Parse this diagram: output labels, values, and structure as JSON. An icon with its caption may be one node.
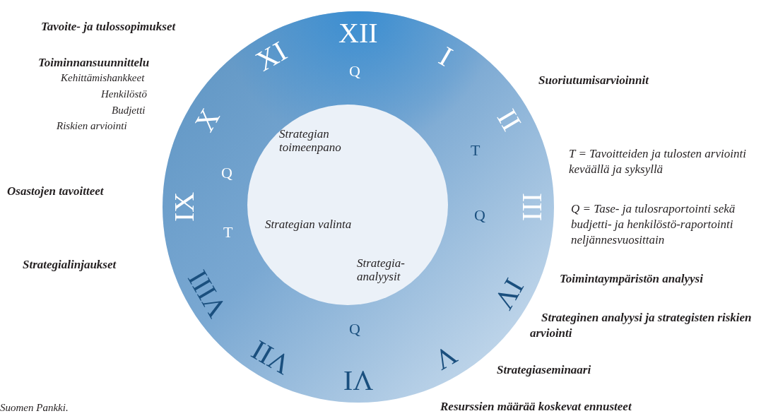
{
  "diagram": {
    "nodes": [
      {
        "text": [
          "Strategian toimeenpano",
          "Strategian valinta",
          "Strategia-analyysit"
        ]
      }
    ],
    "labels": [
      "Tavoite- ja tulossopimukset",
      "XII",
      "I",
      "Q",
      "Toiminnansuunnittelu",
      "Kehittämishankkeet",
      "Henkilöstö",
      "Budjetti",
      "Riskien arviointi",
      "XI",
      "Suoriutumisarvioinnit",
      "X",
      "II",
      "T",
      "T = Tavoitteiden ja tulosten arviointi keväällä ja syksyllä",
      "Q",
      "Osastojen tavoitteet",
      "IX",
      "III",
      "Q",
      "Q = Tase- ja tulosraportointi sekä budjetti- ja henkilöstö-raportointi neljännesvuosittain",
      "T",
      "Strategialinjaukset",
      "VIII",
      "IV",
      "Toimintaympäristön analyysi",
      "Strateginen analyysi ja strategisten riskien arviointi",
      "Q",
      "VII",
      "V",
      "VI",
      "Strategiaseminaari",
      "Suomen Pankki.",
      "Resurssien määrää koskevat ennusteet"
    ]
  }
}
